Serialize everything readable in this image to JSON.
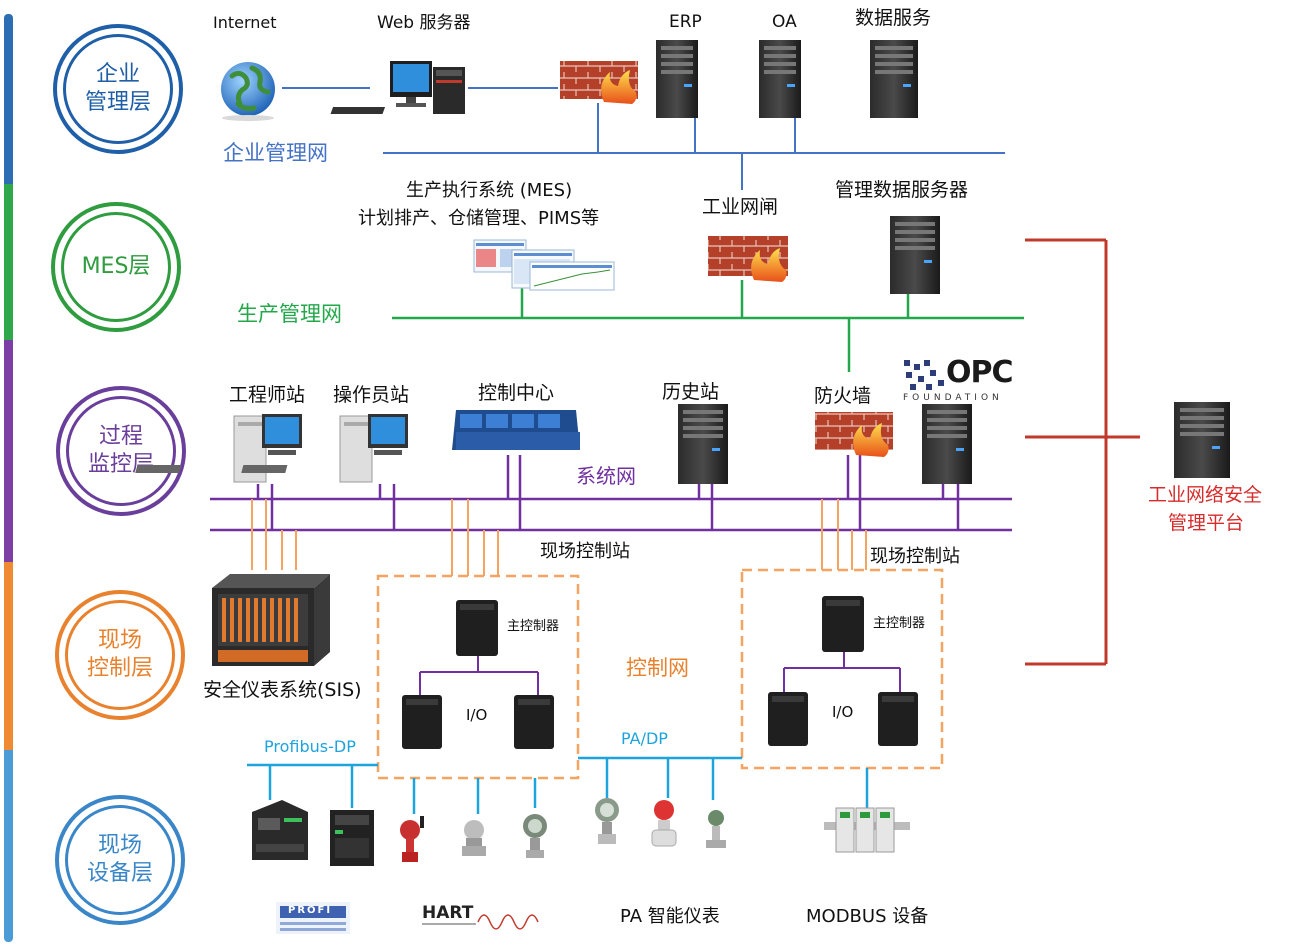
{
  "layers": [
    {
      "id": "enterprise",
      "label": "企业\n管理层",
      "color": "#1f5fa8"
    },
    {
      "id": "mes",
      "label": "MES层",
      "color": "#2e9c3f"
    },
    {
      "id": "process",
      "label": "过程\n监控层",
      "color": "#6a3f9c"
    },
    {
      "id": "control",
      "label": "现场\n控制层",
      "color": "#e8822e"
    },
    {
      "id": "device",
      "label": "现场\n设备层",
      "color": "#3a86c8"
    }
  ],
  "networks": {
    "enterprise_net": "企业管理网",
    "production_net": "生产管理网",
    "system_net": "系统网",
    "control_net": "控制网",
    "profibus": "Profibus-DP",
    "pa_dp": "PA/DP"
  },
  "enterprise": {
    "internet": "Internet",
    "web_server": "Web 服务器",
    "erp": "ERP",
    "oa": "OA",
    "data_service": "数据服务"
  },
  "mes": {
    "mes_system_line1": "生产执行系统 (MES)",
    "mes_system_line2": "计划排产、仓储管理、PIMS等",
    "industrial_gateway": "工业网闸",
    "mgmt_data_server": "管理数据服务器"
  },
  "process": {
    "engineer_station": "工程师站",
    "operator_station": "操作员站",
    "control_center": "控制中心",
    "history_station": "历史站",
    "firewall": "防火墙",
    "opc_logo": "OPC",
    "opc_foundation": "FOUNDATION"
  },
  "control": {
    "field_station_1": "现场控制站",
    "field_station_2": "现场控制站",
    "main_controller_1": "主控制器",
    "main_controller_2": "主控制器",
    "io_1": "I/O",
    "io_2": "I/O",
    "sis": "安全仪表系统(SIS)"
  },
  "security_platform": {
    "line1": "工业网络安全",
    "line2": "管理平台"
  },
  "devices": {
    "profi_logo": "PROFI",
    "hart_logo": "HART",
    "pa_instruments": "PA 智能仪表",
    "modbus": "MODBUS 设备"
  },
  "colors": {
    "enterprise": "#4472c4",
    "mes": "#22a84a",
    "system": "#7030a0",
    "control_orange": "#f4a460",
    "field_blue": "#1fa3dc",
    "security_red": "#c0392b"
  }
}
